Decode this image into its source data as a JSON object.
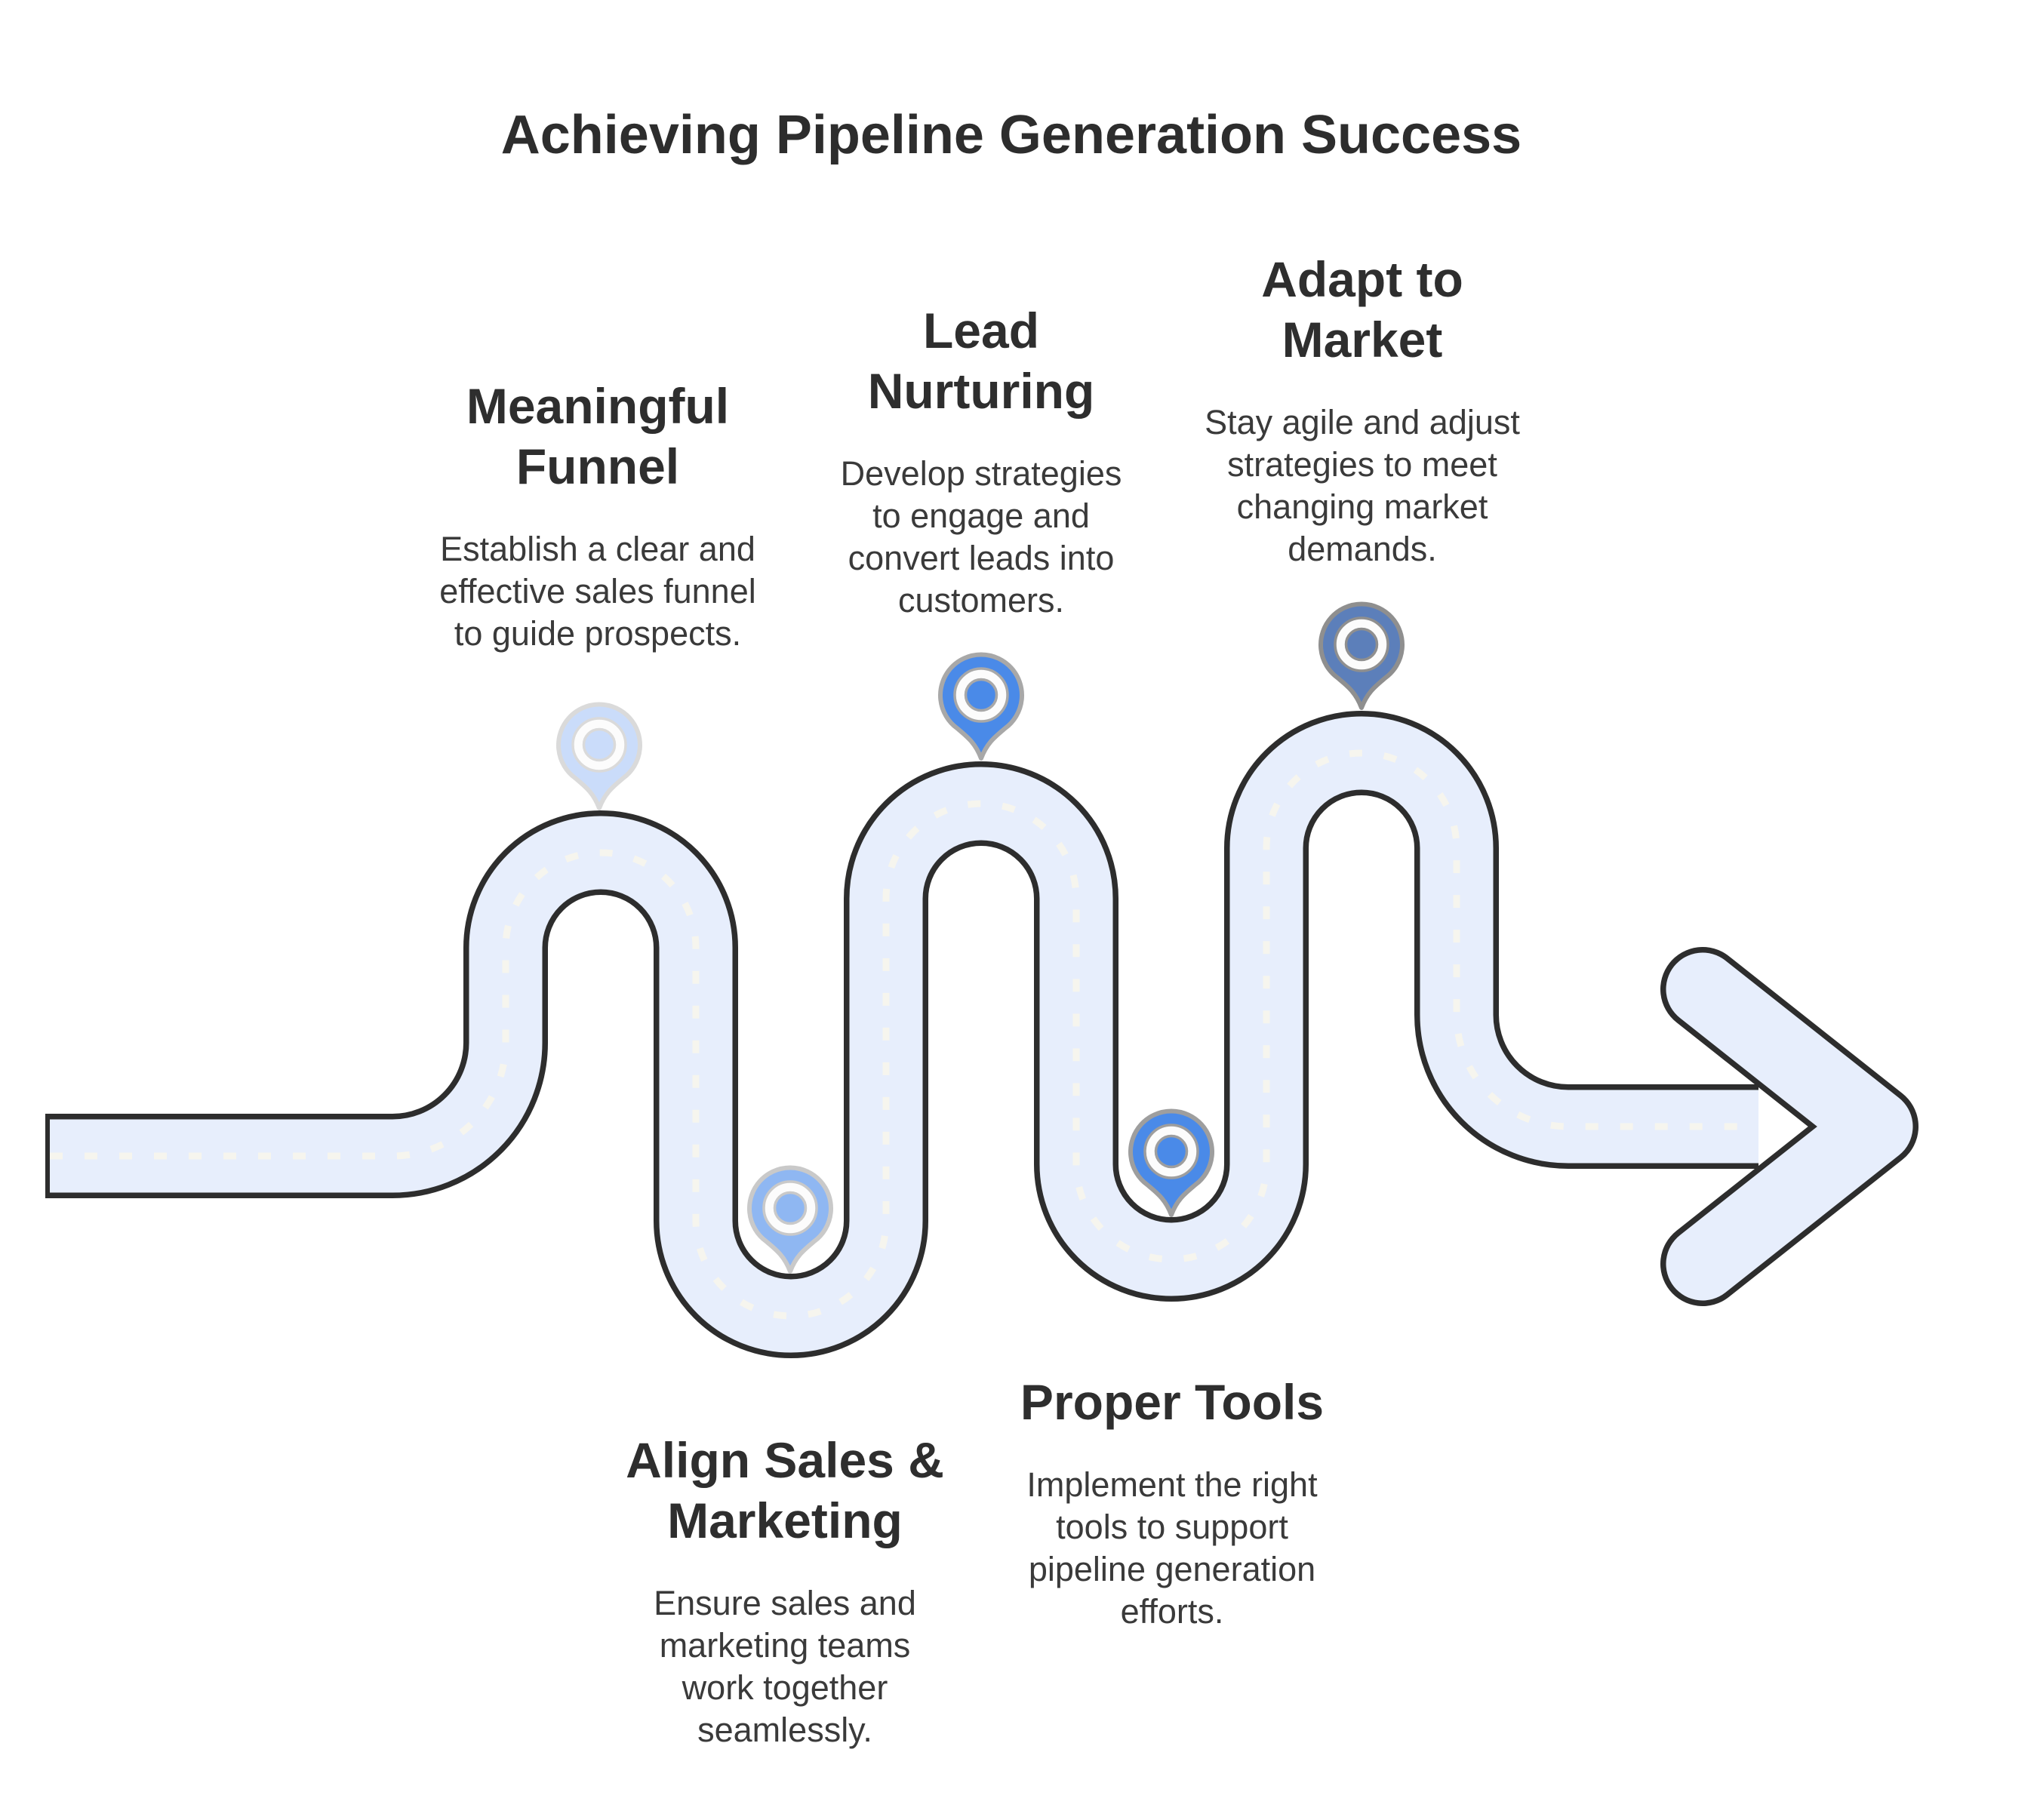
{
  "title": "Achieving Pipeline Generation Success",
  "colors": {
    "road_fill": "#e7eefc",
    "road_outline": "#2d2d2d",
    "center_dash": "#f6f5ee",
    "heading_text": "#2e2e2e",
    "body_text": "#3a3a3a",
    "pin_ring_fill": "#fcfcfc"
  },
  "steps": [
    {
      "heading_lines": [
        "Meaningful",
        "Funnel"
      ],
      "body_lines": [
        "Establish a clear and",
        "effective sales funnel",
        "to guide prospects."
      ],
      "pin_color": "#cadcfa",
      "pin_stroke": "#dadada"
    },
    {
      "heading_lines": [
        "Lead",
        "Nurturing"
      ],
      "body_lines": [
        "Develop strategies",
        "to engage and",
        "convert leads into",
        "customers."
      ],
      "pin_color": "#4a8ae8",
      "pin_stroke": "#a8a8a8"
    },
    {
      "heading_lines": [
        "Adapt to",
        "Market"
      ],
      "body_lines": [
        "Stay agile and adjust",
        "strategies to meet",
        "changing market",
        "demands."
      ],
      "pin_color": "#5c7fba",
      "pin_stroke": "#8f8f8f"
    },
    {
      "heading_lines": [
        "Align Sales &",
        "Marketing"
      ],
      "body_lines": [
        "Ensure sales and",
        "marketing teams",
        "work together",
        "seamlessly."
      ],
      "pin_color": "#8fb7f2",
      "pin_stroke": "#c9c9c9"
    },
    {
      "heading_lines": [
        "Proper Tools"
      ],
      "body_lines": [
        "Implement the right",
        "tools to support",
        "pipeline generation",
        "efforts."
      ],
      "pin_color": "#4a8ae8",
      "pin_stroke": "#9e9e9e"
    }
  ]
}
